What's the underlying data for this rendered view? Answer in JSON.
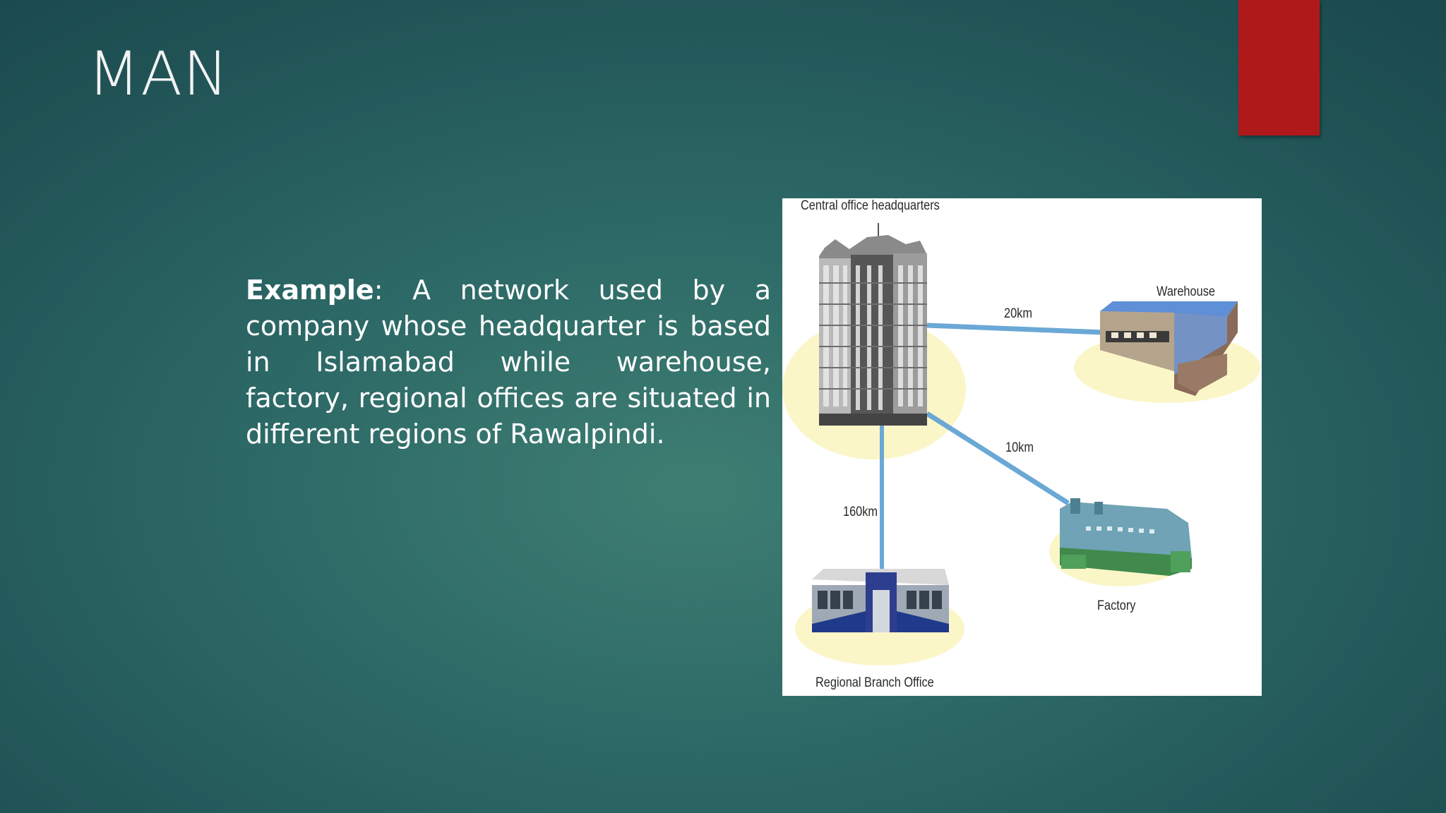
{
  "slide": {
    "title": "MAN",
    "example_label": "Example",
    "example_text": ": A network used by a company whose headquarter is based in Islamabad while warehouse, factory, regional offices are situated in different regions  of Rawalpindi."
  },
  "diagram": {
    "headquarters_label": "Central office headquarters",
    "warehouse_label": "Warehouse",
    "factory_label": "Factory",
    "regional_label": "Regional Branch Office",
    "link_warehouse": "20km",
    "link_factory": "10km",
    "link_regional": "160km"
  },
  "colors": {
    "accent_red": "#b0191a",
    "link_blue": "#6aa8d6",
    "glow_yellow": "#fbf6c8"
  }
}
